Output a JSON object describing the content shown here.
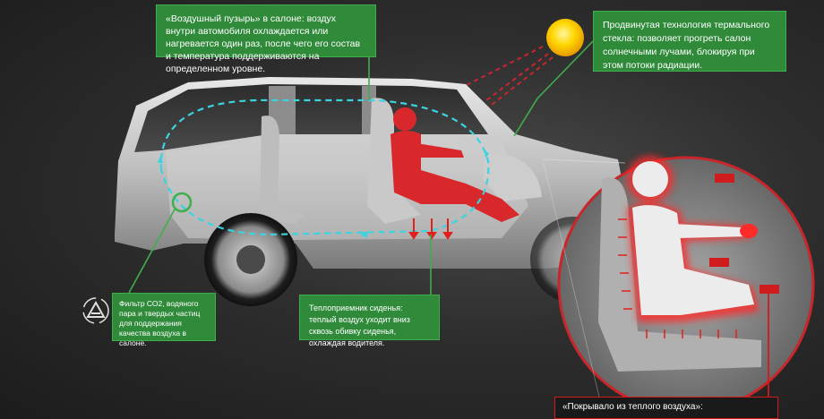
{
  "callouts": {
    "air_bubble": "«Воздушный пузырь» в салоне: воздух внутри автомобиля охлаждается или нагревается один раз, после чего его состав и температура поддерживаются на определенном уровне.",
    "glass_tech": "Продвинутая технология термального стекла: позволяет прогреть салон солнечными лучами, блокируя при этом потоки радиации.",
    "co2_filter": "Фильтр СО2, водяного пара и твердых частиц для поддержания качества воздуха в салоне.",
    "seat_heat": "Теплоприемник сиденья: теплый воздух уходит вниз сквозь обивку сиденья, охлаждая водителя.",
    "warm_blanket": "«Покрывало из теплого воздуха»:"
  },
  "icons": [
    "sun-icon",
    "filter-logo-icon"
  ],
  "colors": {
    "callout_green": "#2f8a3a",
    "airflow_cyan": "#3ad4e0",
    "heat_red": "#e0201c",
    "sun_yellow": "#f5c400"
  }
}
